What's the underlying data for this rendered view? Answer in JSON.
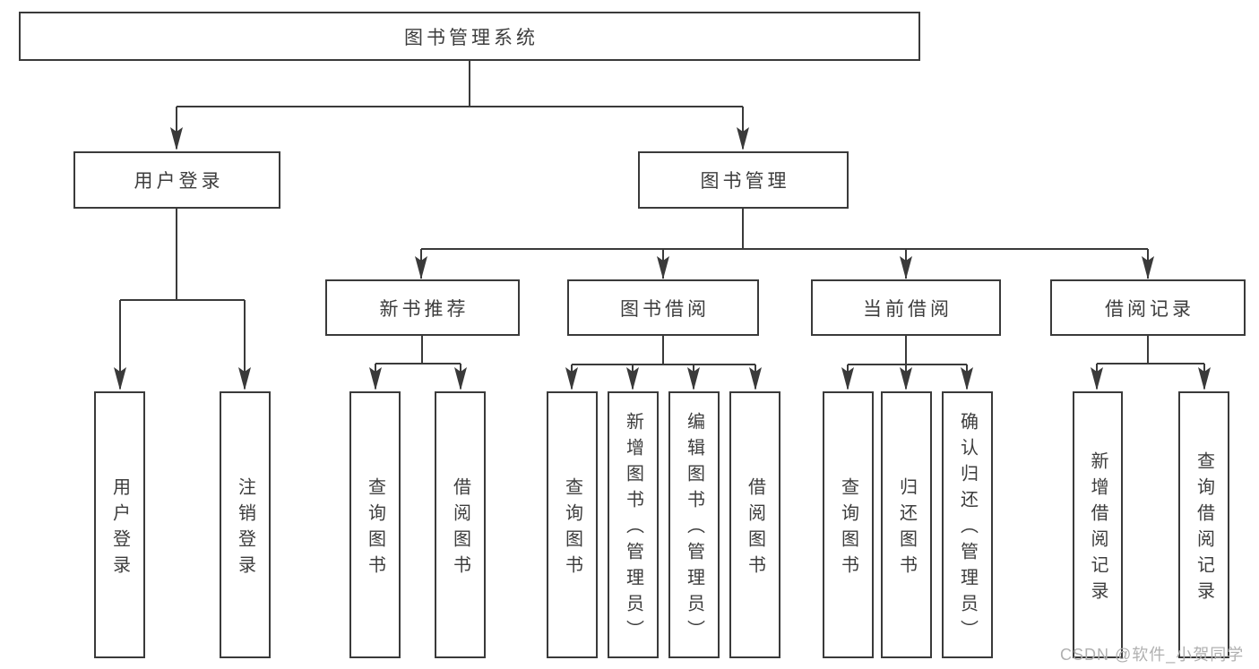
{
  "colors": {
    "line": "#3a3a3a",
    "text": "#3d3d3d",
    "box_background": "#ffffff",
    "watermark": "#b0b0b0"
  },
  "tree": {
    "root": "图书管理系统",
    "children": [
      {
        "label": "用户登录",
        "children": [
          "用户登录",
          "注销登录"
        ]
      },
      {
        "label": "图书管理",
        "children": [
          {
            "label": "新书推荐",
            "children": [
              "查询图书",
              "借阅图书"
            ]
          },
          {
            "label": "图书借阅",
            "children": [
              "查询图书",
              "新增图书（管理员）",
              "编辑图书（管理员）",
              "借阅图书"
            ]
          },
          {
            "label": "当前借阅",
            "children": [
              "查询图书",
              "归还图书",
              "确认归还（管理员）"
            ]
          },
          {
            "label": "借阅记录",
            "children": [
              "新增借阅记录",
              "查询借阅记录"
            ]
          }
        ]
      }
    ]
  },
  "watermark": "CSDN @软件_小贺同学"
}
